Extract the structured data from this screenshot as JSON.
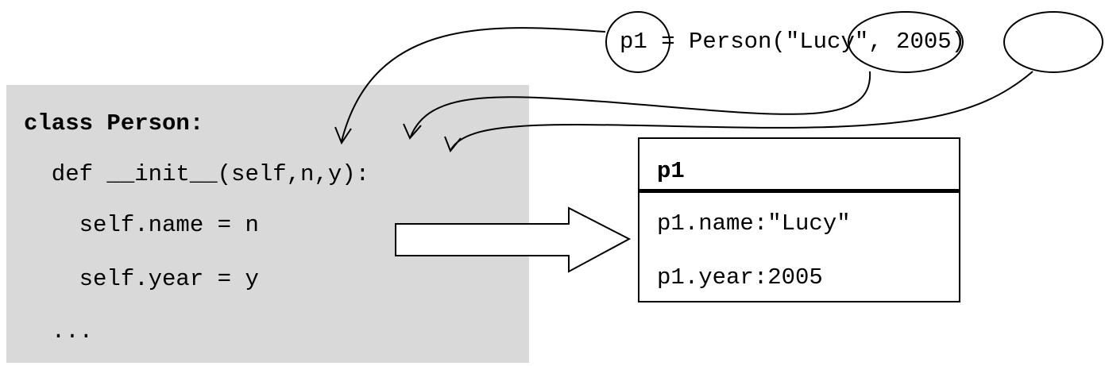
{
  "code": {
    "lines": [
      "class Person:",
      "  def __init__(self,n,y):",
      "    self.name = n",
      "    self.year = y",
      "  ..."
    ]
  },
  "call": {
    "text": "p1 = Person(\"Lucy\", 2005)"
  },
  "object": {
    "title": "p1",
    "attributes": [
      "p1.name:\"Lucy\"",
      "p1.year:2005"
    ]
  }
}
